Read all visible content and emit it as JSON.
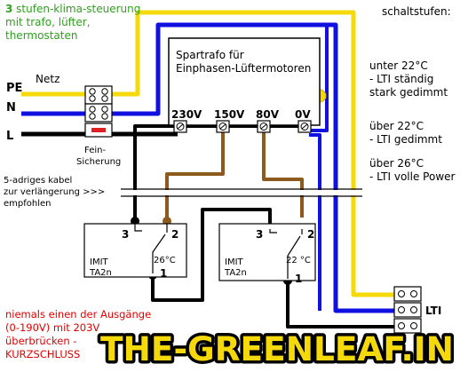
{
  "title": {
    "number": "3",
    "line1": " stufen-klima-steuerung",
    "line2": "mit trafo, lüfter,",
    "line3": "thermostaten"
  },
  "netz_label": "Netz",
  "pe_label": "PE",
  "n_label": "N",
  "l_label": "L",
  "fuse": {
    "line1": "Fein-",
    "line2": "Sicherung"
  },
  "trafo": {
    "line1": "Spartrafo für",
    "line2": "Einphasen-Lüftermotoren",
    "taps": [
      "230V",
      "150V",
      "80V",
      "0V"
    ]
  },
  "schaltstufen": {
    "title": "schaltstufen:",
    "s1_l1": "unter 22°C",
    "s1_l2": "- LTI ständig",
    "s1_l3": "stark gedimmt",
    "s2_l1": "über 22°C",
    "s2_l2": "- LTI gedimmt",
    "s3_l1": "über 26°C",
    "s3_l2": "- LTI volle Power"
  },
  "cable_note": {
    "line1": "5-adriges kabel",
    "line2": "zur verlängerung >>>",
    "line3": "empfohlen"
  },
  "thermostat_left": {
    "model_l1": "IMIT",
    "model_l2": "TA2n",
    "temp": "26°C",
    "t3": "3",
    "t2": "2",
    "t1": "1"
  },
  "thermostat_right": {
    "model_l1": "IMIT",
    "model_l2": "TA2n",
    "temp": "22 °C",
    "t3": "3",
    "t2": "2",
    "t1": "1"
  },
  "lti_label": "LTI",
  "warning": {
    "line1": "niemals einen der Ausgänge",
    "line2": "(0-190V) mit 203V",
    "line3": "überbrücken -",
    "line4": "KURZSCHLUSS"
  },
  "watermark": "THE-GREENLEAF.IN",
  "colors": {
    "yellow": "#f5d90a",
    "blue": "#1010e0",
    "black": "#000000",
    "brown": "#8b5a1c",
    "title_green": "#2ea01e",
    "warning_red": "#e00000",
    "fuse_red": "#e02020",
    "watermark_fill": "#f5d90a"
  }
}
